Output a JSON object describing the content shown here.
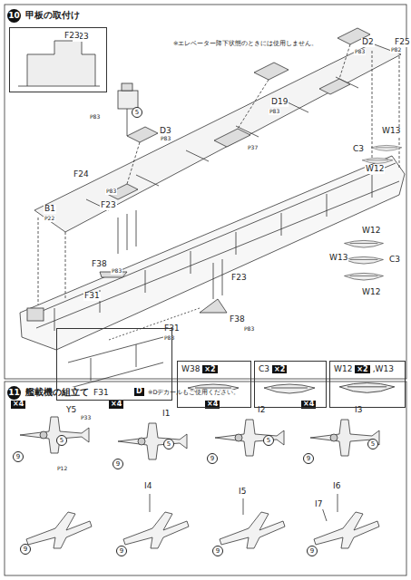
{
  "diagram": {
    "nodes": [
      {
        "text": [
          "F23"
        ]
      },
      {
        "text": [
          "F31"
        ]
      },
      {
        "text": [
          "W38",
          "×2"
        ]
      },
      {
        "text": [
          "C3",
          "×2"
        ]
      },
      {
        "text": [
          "W12",
          "×2",
          ",W13"
        ]
      }
    ],
    "labels": [
      "10",
      "甲板の取付け",
      "※エレベーター降下状態のときには使用しません。",
      "5",
      "D2",
      "F25",
      "D19",
      "D3",
      "F23",
      "F24",
      "B1",
      "W13",
      "C3",
      "W12",
      "F23",
      "F38",
      "F31",
      "W12",
      "W13",
      "C3",
      "W12",
      "F23",
      "F38",
      "F31",
      "11",
      "艦載機の組立て",
      "D",
      "※Dデカールもご使用ください。",
      "×4",
      "×4",
      "×4",
      "×4",
      "Y5",
      "I1",
      "I2",
      "I3",
      "I4",
      "I5",
      "I6",
      "I7",
      "5",
      "5",
      "5",
      "5",
      "9",
      "9",
      "9",
      "9",
      "9",
      "9",
      "9",
      "9",
      "P83",
      "P83",
      "P82",
      "P83",
      "P83",
      "P22",
      "P37",
      "P83",
      "P83",
      "P83",
      "P83",
      "P33",
      "P12"
    ]
  }
}
